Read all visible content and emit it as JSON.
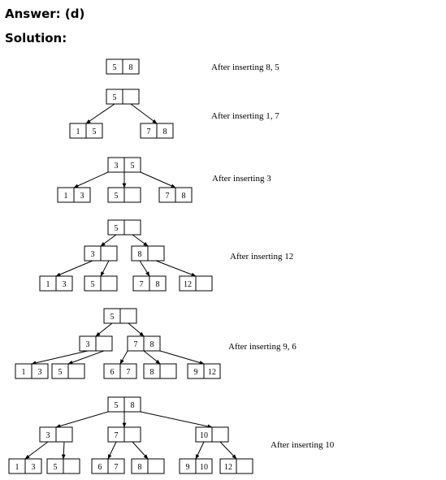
{
  "header": {
    "answer": "Answer: (d)",
    "solution": "Solution:"
  },
  "steps": [
    {
      "caption": "After inserting 8, 5",
      "nodes": [
        {
          "id": "a0",
          "keys": [
            "5",
            "8"
          ]
        }
      ],
      "edges": []
    },
    {
      "caption": "After inserting 1, 7",
      "nodes": [
        {
          "id": "b0",
          "keys": [
            "5",
            ""
          ]
        },
        {
          "id": "b1",
          "keys": [
            "1",
            "5"
          ]
        },
        {
          "id": "b2",
          "keys": [
            "7",
            "8"
          ]
        }
      ],
      "edges": [
        [
          "b0",
          "b1"
        ],
        [
          "b0",
          "b2"
        ]
      ]
    },
    {
      "caption": "After inserting 3",
      "nodes": [
        {
          "id": "c0",
          "keys": [
            "3",
            "5"
          ]
        },
        {
          "id": "c1",
          "keys": [
            "1",
            "3"
          ]
        },
        {
          "id": "c2",
          "keys": [
            "5",
            ""
          ]
        },
        {
          "id": "c3",
          "keys": [
            "7",
            "8"
          ]
        }
      ],
      "edges": [
        [
          "c0",
          "c1"
        ],
        [
          "c0",
          "c2"
        ],
        [
          "c0",
          "c3"
        ]
      ]
    },
    {
      "caption": "After inserting 12",
      "nodes": [
        {
          "id": "d0",
          "keys": [
            "5",
            ""
          ]
        },
        {
          "id": "d1",
          "keys": [
            "3",
            ""
          ]
        },
        {
          "id": "d2",
          "keys": [
            "8",
            ""
          ]
        },
        {
          "id": "d3",
          "keys": [
            "1",
            "3"
          ]
        },
        {
          "id": "d4",
          "keys": [
            "5",
            ""
          ]
        },
        {
          "id": "d5",
          "keys": [
            "7",
            "8"
          ]
        },
        {
          "id": "d6",
          "keys": [
            "12",
            ""
          ]
        }
      ],
      "edges": [
        [
          "d0",
          "d1"
        ],
        [
          "d0",
          "d2"
        ],
        [
          "d1",
          "d3"
        ],
        [
          "d1",
          "d4"
        ],
        [
          "d2",
          "d5"
        ],
        [
          "d2",
          "d6"
        ]
      ]
    },
    {
      "caption": "After inserting 9, 6",
      "nodes": [
        {
          "id": "e0",
          "keys": [
            "5",
            ""
          ]
        },
        {
          "id": "e1",
          "keys": [
            "3",
            ""
          ]
        },
        {
          "id": "e2",
          "keys": [
            "7",
            "8"
          ]
        },
        {
          "id": "e3",
          "keys": [
            "1",
            "3"
          ]
        },
        {
          "id": "e4",
          "keys": [
            "5",
            ""
          ]
        },
        {
          "id": "e5",
          "keys": [
            "6",
            "7"
          ]
        },
        {
          "id": "e6",
          "keys": [
            "8",
            ""
          ]
        },
        {
          "id": "e7",
          "keys": [
            "9",
            "12"
          ]
        }
      ],
      "edges": [
        [
          "e0",
          "e1"
        ],
        [
          "e0",
          "e2"
        ],
        [
          "e1",
          "e3"
        ],
        [
          "e1",
          "e4"
        ],
        [
          "e2",
          "e5"
        ],
        [
          "e2",
          "e6"
        ],
        [
          "e2",
          "e7"
        ]
      ]
    },
    {
      "caption": "After inserting 10",
      "nodes": [
        {
          "id": "f0",
          "keys": [
            "5",
            "8"
          ]
        },
        {
          "id": "f1",
          "keys": [
            "3",
            ""
          ]
        },
        {
          "id": "f2",
          "keys": [
            "7",
            ""
          ]
        },
        {
          "id": "f3",
          "keys": [
            "10",
            ""
          ]
        },
        {
          "id": "f4",
          "keys": [
            "1",
            "3"
          ]
        },
        {
          "id": "f5",
          "keys": [
            "5",
            ""
          ]
        },
        {
          "id": "f6",
          "keys": [
            "6",
            "7"
          ]
        },
        {
          "id": "f7",
          "keys": [
            "8",
            ""
          ]
        },
        {
          "id": "f8",
          "keys": [
            "9",
            "10"
          ]
        },
        {
          "id": "f9",
          "keys": [
            "12",
            ""
          ]
        }
      ],
      "edges": [
        [
          "f0",
          "f1"
        ],
        [
          "f0",
          "f2"
        ],
        [
          "f0",
          "f3"
        ],
        [
          "f1",
          "f4"
        ],
        [
          "f1",
          "f5"
        ],
        [
          "f2",
          "f6"
        ],
        [
          "f2",
          "f7"
        ],
        [
          "f3",
          "f8"
        ],
        [
          "f3",
          "f9"
        ]
      ]
    }
  ]
}
